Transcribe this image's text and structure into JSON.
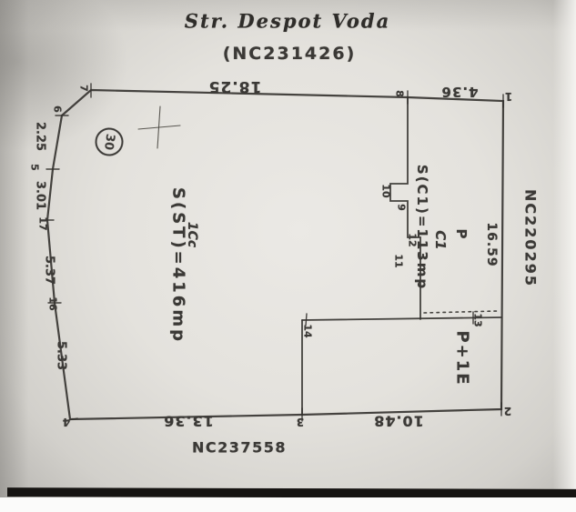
{
  "header": {
    "street_name": "Str. Despot Voda",
    "street_cadastral_id": "(NC231426)"
  },
  "neighbors": {
    "right_parcel_id": "NC220295",
    "bottom_parcel_id": "NC237558"
  },
  "parcel": {
    "lot_number": "30",
    "land_use_code": "1Cc",
    "site_area_label": "S(ST)=416mp"
  },
  "building": {
    "label": "C1",
    "area_label": "S(C1)=113mp",
    "height_regime_front": "P",
    "height_regime_rear": "P+1E"
  },
  "dimensions": {
    "top_7_8": "18.25",
    "top_8_1": "4.36",
    "right_1_2": "16.59",
    "bottom_2_3": "10.48",
    "bottom_3_4": "13.36",
    "left_6_5": "2.25",
    "left_5_17": "3.01",
    "left_17_16": "5.37",
    "left_16_4": "5.33"
  },
  "points": {
    "p1": "1",
    "p2": "2",
    "p3": "3",
    "p4": "4",
    "p5": "5",
    "p6": "6",
    "p7": "7",
    "p8": "8",
    "p9": "9",
    "p10": "10",
    "p11": "11",
    "p12": "12",
    "p13": "13",
    "p14": "14",
    "p16": "16",
    "p17": "17"
  }
}
